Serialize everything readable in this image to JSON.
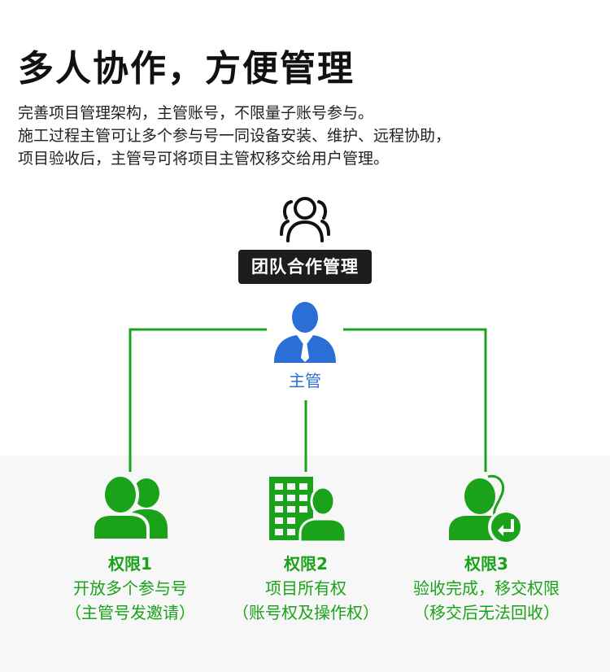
{
  "header": {
    "title": "多人协作，方便管理",
    "desc_lines": [
      "完善项目管理架构，主管账号，不限量子账号参与。",
      "施工过程主管可让多个参与号一同设备安装、维护、远程协助，",
      "项目验收后，主管号可将项目主管权移交给用户管理。"
    ]
  },
  "team": {
    "icon": "team-people-icon",
    "badge": "团队合作管理"
  },
  "manager": {
    "icon": "manager-person-icon",
    "label": "主管"
  },
  "permissions": [
    {
      "icon": "users-group-icon",
      "title": "权限1",
      "line1": "开放多个参与号",
      "line2": "（主管号发邀请）"
    },
    {
      "icon": "building-user-icon",
      "title": "权限2",
      "line1": "项目所有权",
      "line2": "（账号权及操作权）"
    },
    {
      "icon": "user-transfer-icon",
      "title": "权限3",
      "line1": "验收完成，移交权限",
      "line2": "（移交后无法回收）"
    }
  ],
  "colors": {
    "green": "#1aa31a",
    "blue": "#2a6fd6",
    "badge_bg": "#1d1d1d"
  }
}
